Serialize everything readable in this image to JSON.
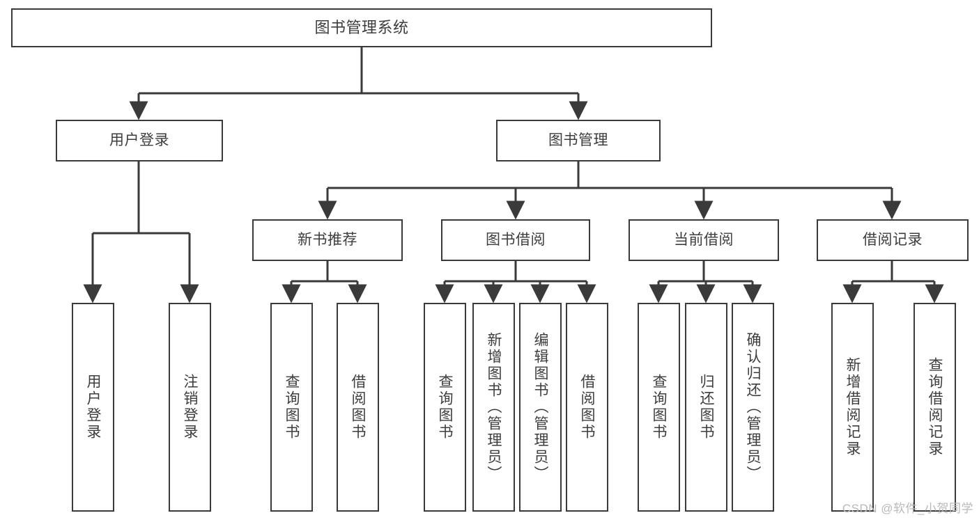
{
  "diagram": {
    "title": "图书管理系统",
    "type": "tree-hierarchy",
    "colors": {
      "stroke": "#3a3a3a",
      "text": "#3d3d3d",
      "background": "#ffffff",
      "watermark": "#b9b9b9"
    },
    "nodes": {
      "root": {
        "label": "图书管理系统"
      },
      "level2": [
        {
          "id": "user-login",
          "label": "用户登录"
        },
        {
          "id": "book-manage",
          "label": "图书管理"
        }
      ],
      "level3": [
        {
          "id": "new-book-recommend",
          "label": "新书推荐"
        },
        {
          "id": "book-borrow",
          "label": "图书借阅"
        },
        {
          "id": "current-borrow",
          "label": "当前借阅"
        },
        {
          "id": "borrow-record",
          "label": "借阅记录"
        }
      ],
      "leaves": {
        "user_login": [
          {
            "id": "leaf-user-login",
            "label": "用户登录"
          },
          {
            "id": "leaf-logout-login",
            "label": "注销登录"
          }
        ],
        "new_book_recommend": [
          {
            "id": "leaf-query-book-1",
            "label": "查询图书"
          },
          {
            "id": "leaf-borrow-book-1",
            "label": "借阅图书"
          }
        ],
        "book_borrow": [
          {
            "id": "leaf-query-book-2",
            "label": "查询图书"
          },
          {
            "id": "leaf-add-book",
            "label": "新增图书（管理员）"
          },
          {
            "id": "leaf-edit-book",
            "label": "编辑图书（管理员）"
          },
          {
            "id": "leaf-borrow-book-2",
            "label": "借阅图书"
          }
        ],
        "current_borrow": [
          {
            "id": "leaf-query-book-3",
            "label": "查询图书"
          },
          {
            "id": "leaf-return-book",
            "label": "归还图书"
          },
          {
            "id": "leaf-confirm-return",
            "label": "确认归还（管理员）"
          }
        ],
        "borrow_record": [
          {
            "id": "leaf-add-record",
            "label": "新增借阅记录"
          },
          {
            "id": "leaf-query-record",
            "label": "查询借阅记录"
          }
        ]
      }
    },
    "watermark": "CSDN @软件_小贺同学"
  }
}
